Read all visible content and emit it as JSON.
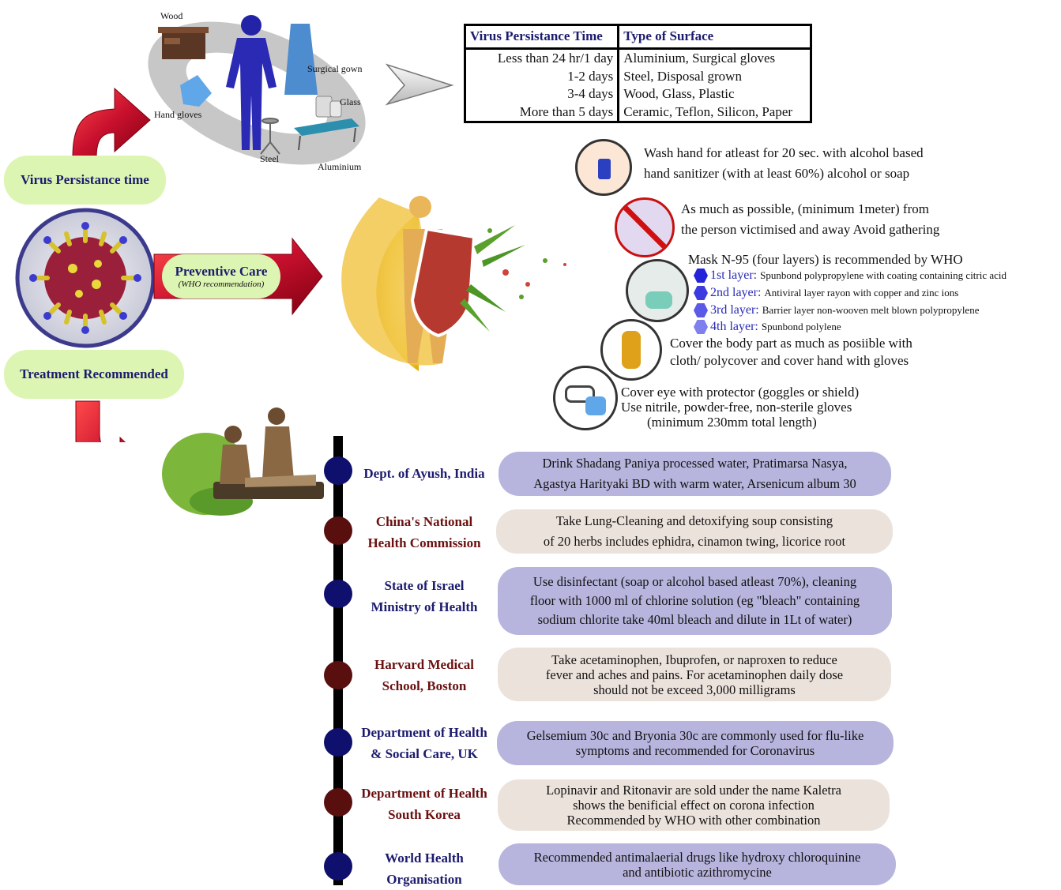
{
  "surfaces": {
    "wood": "Wood",
    "surgical_gown": "Surgical gown",
    "glass": "Glass",
    "hand_gloves": "Hand gloves",
    "steel": "Steel",
    "aluminium": "Aluminium"
  },
  "table": {
    "header": [
      "Virus Persistance Time",
      "Type of Surface"
    ],
    "rows": [
      [
        "Less than 24 hr/1 day",
        "Aluminium, Surgical gloves"
      ],
      [
        "1-2 days",
        "Steel, Disposal grown"
      ],
      [
        "3-4 days",
        "Wood, Glass, Plastic"
      ],
      [
        "More than 5 days",
        "Ceramic, Teflon, Silicon, Paper"
      ]
    ]
  },
  "left": {
    "virus_persistance": "Virus Persistance time",
    "preventive_care": "Preventive  Care",
    "who_rec": "(WHO recommendation)",
    "treatment": "Treatment Recommended"
  },
  "prevention": {
    "wash1": "Wash hand for atleast for 20 sec. with alcohol based",
    "wash2": "hand sanitizer (with at least 60%) alcohol or soap",
    "dist1": "As much as possible, (minimum 1meter) from",
    "dist2": "the person victimised and away Avoid gathering",
    "mask": "Mask N-95 (four layers) is recommended by WHO",
    "layers": [
      {
        "name": "1st layer:",
        "desc": "Spunbond polypropylene with coating containing citric acid",
        "color": "#2424d8"
      },
      {
        "name": "2nd layer:",
        "desc": "Antiviral layer rayon with copper and zinc ions",
        "color": "#3b3be0"
      },
      {
        "name": "3rd layer:",
        "desc": "Barrier layer non-wooven melt blown polypropylene",
        "color": "#5a5ae6"
      },
      {
        "name": "4th layer:",
        "desc": "Spunbond polylene",
        "color": "#7f7fee"
      }
    ],
    "cover1": "Cover the body part as much as posiible with",
    "cover2": "cloth/ polycover and cover hand with gloves",
    "eye1": "Cover eye with protector (goggles or shield)",
    "eye2": "Use nitrile, powder-free, non-sterile gloves",
    "eye3": "(minimum 230mm total length)"
  },
  "treatments": [
    {
      "org": [
        "Dept. of Ayush, India"
      ],
      "text": [
        "Drink Shadang Paniya processed water, Pratimarsa Nasya,",
        "Agastya Harityaki BD with warm water, Arsenicum album 30"
      ]
    },
    {
      "org": [
        "China's National",
        "Health Commission"
      ],
      "text": [
        "Take Lung-Cleaning and detoxifying soup consisting",
        "of 20 herbs includes ephidra, cinamon twing, licorice root"
      ]
    },
    {
      "org": [
        "State of Israel",
        "Ministry of Health"
      ],
      "text": [
        "Use disinfectant (soap or alcohol based atleast 70%), cleaning",
        "floor with 1000 ml of chlorine solution (eg \"bleach\" containing",
        "sodium chlorite take 40ml bleach and dilute in 1Lt of water)"
      ]
    },
    {
      "org": [
        "Harvard Medical",
        "School, Boston"
      ],
      "text": [
        "Take acetaminophen, Ibuprofen, or naproxen to reduce",
        "fever and aches and pains. For acetaminophen daily dose",
        "should not be exceed 3,000 milligrams"
      ]
    },
    {
      "org": [
        "Department of Health",
        "& Social Care, UK"
      ],
      "text": [
        "Gelsemium 30c and Bryonia 30c are commonly used for flu-like",
        "symptoms and recommended for Coronavirus"
      ]
    },
    {
      "org": [
        "Department of Health",
        "South Korea"
      ],
      "text": [
        "Lopinavir and Ritonavir are sold under the name Kaletra",
        "shows the benificial effect on corona infection",
        "Recommended by WHO with other combination"
      ]
    },
    {
      "org": [
        "World Health",
        "Organisation"
      ],
      "text": [
        "Recommended antimalaerial drugs like hydroxy chloroquinine",
        "and antibiotic azithromycine"
      ]
    }
  ],
  "colors": {
    "blue_dot": "#0f0f6e",
    "maroon_dot": "#5a0f0f",
    "blue_box": "#b7b5dd",
    "beige_box": "#ece2dc",
    "pill": "#ddf5b2",
    "arrow_red": "#c8102e"
  }
}
